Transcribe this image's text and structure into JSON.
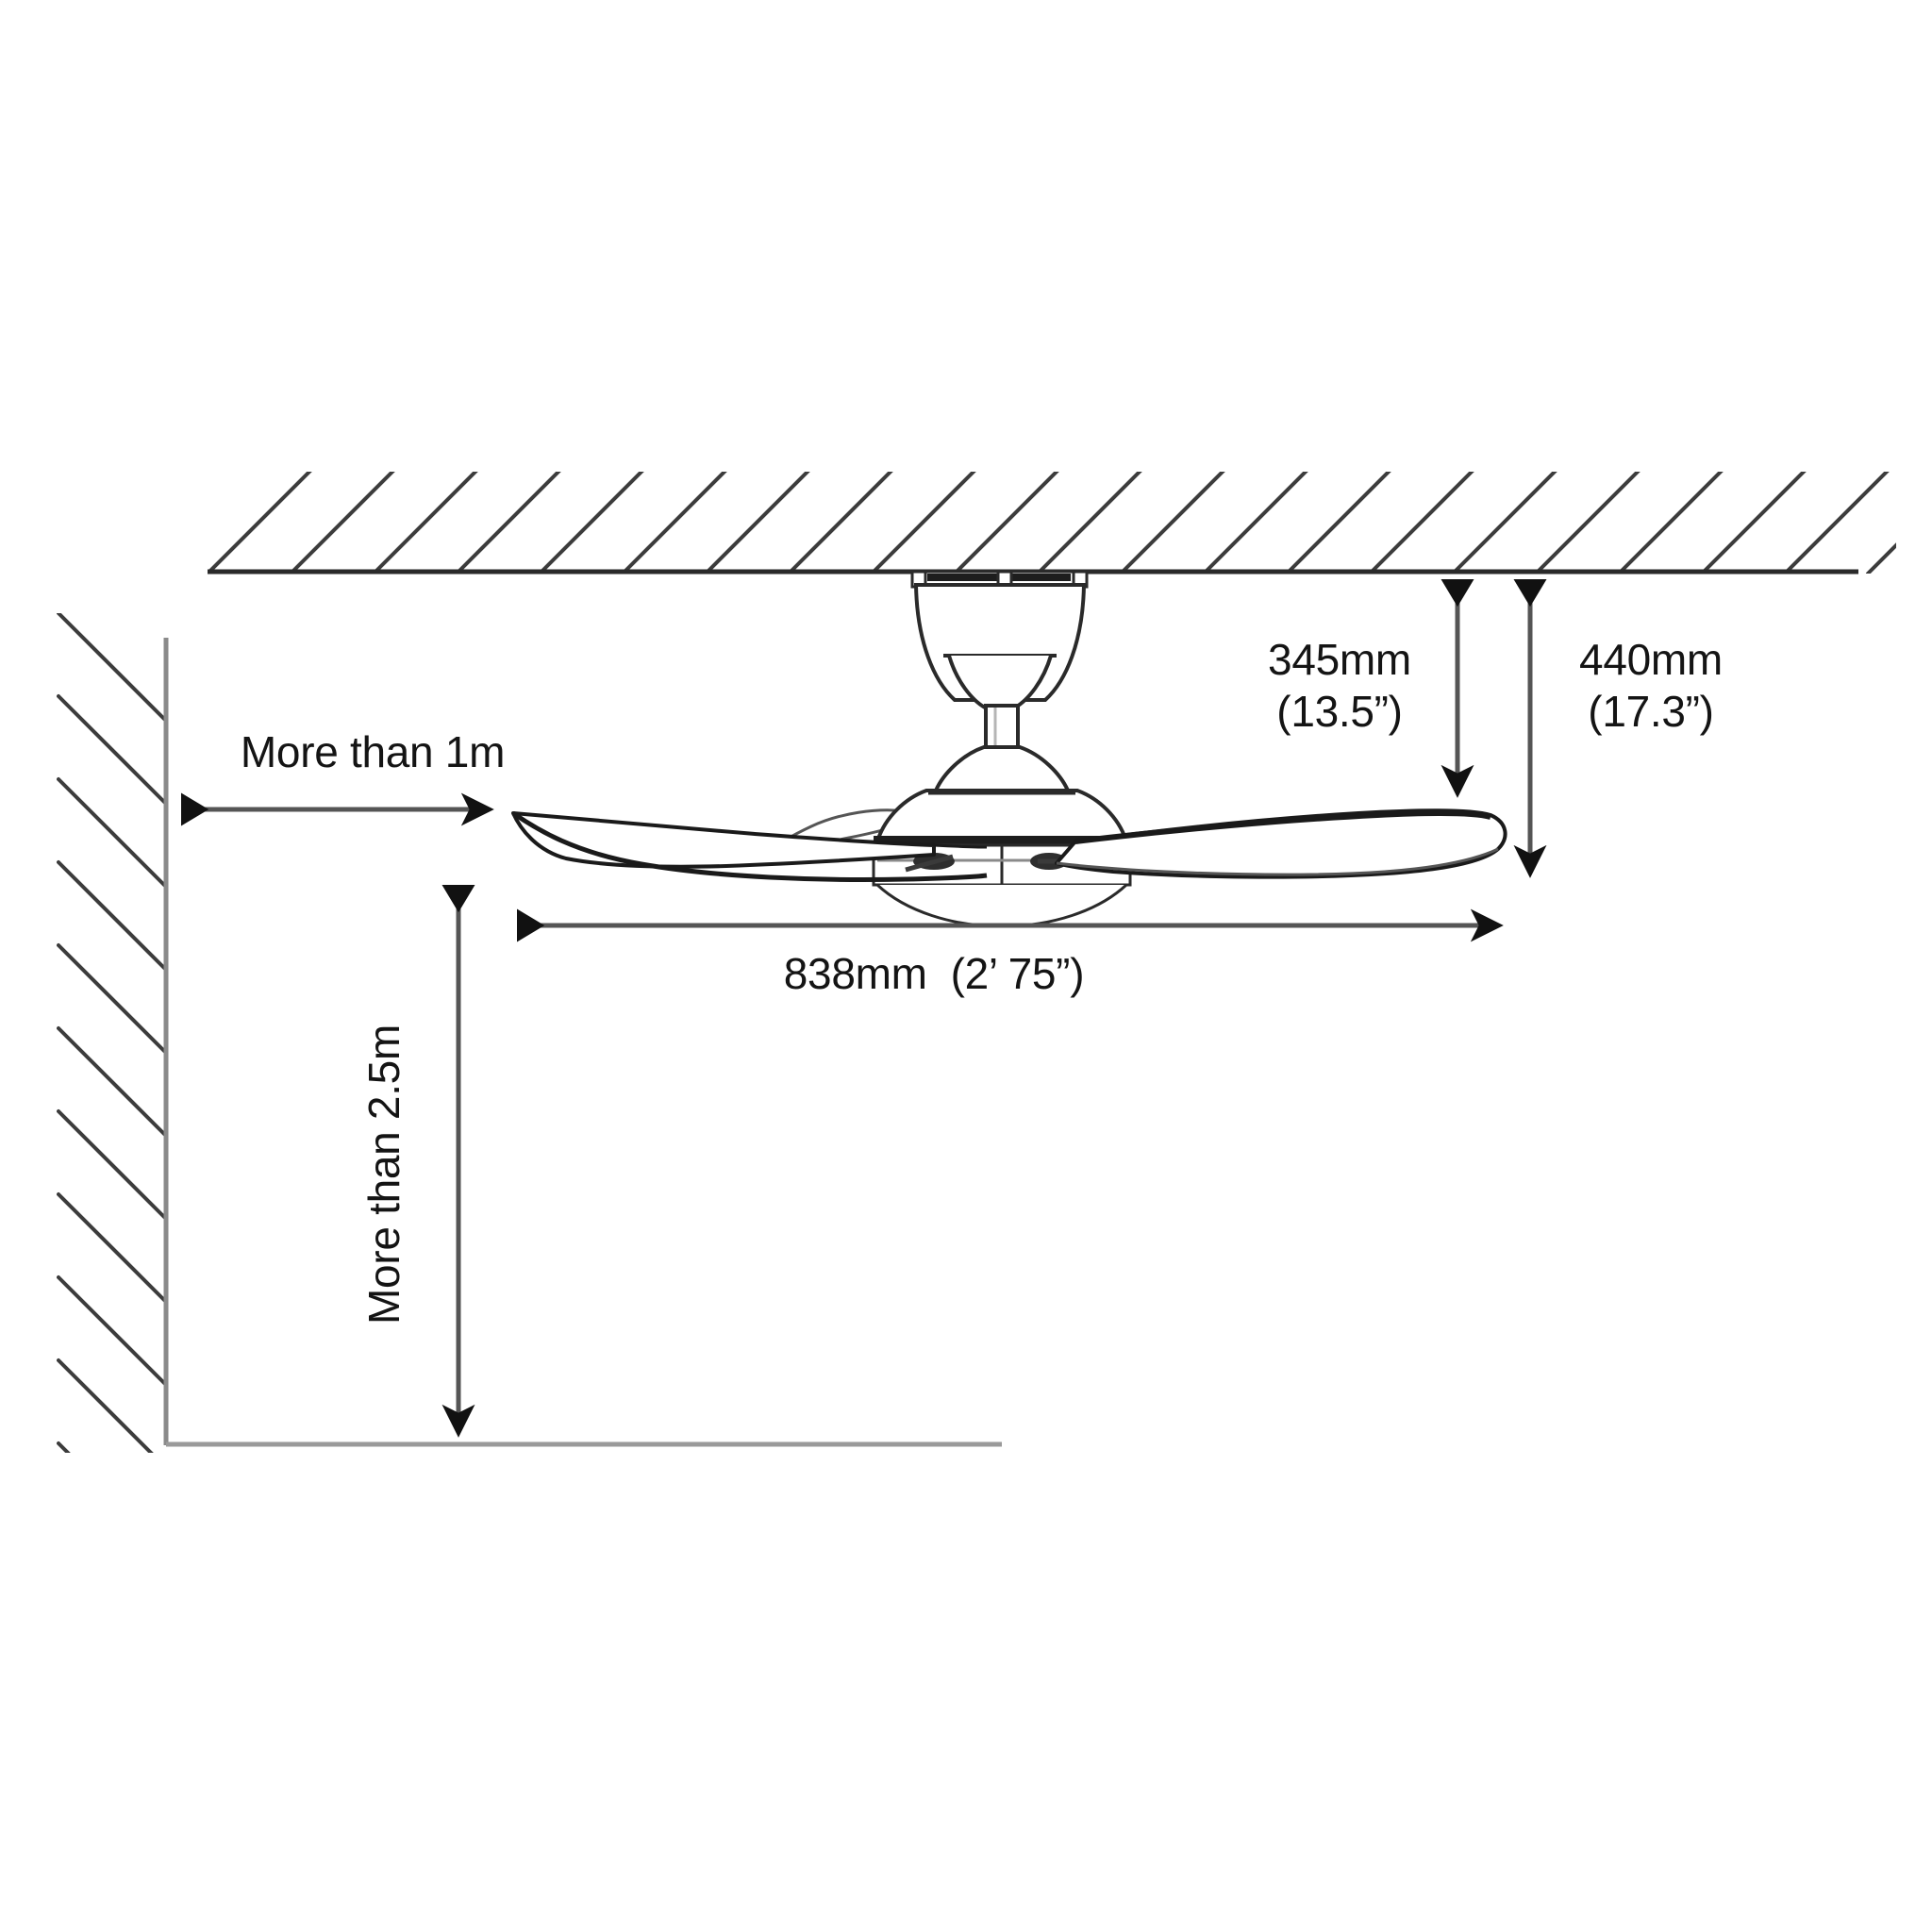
{
  "diagram": {
    "title": "Ceiling Fan Installation Clearance Diagram",
    "subject": "ceiling-fan",
    "line_color": "#1a1a1a",
    "hatch_color": "#3a3a3a",
    "background": "#ffffff"
  },
  "dimensions": {
    "wall_clearance": {
      "label": "More than 1m",
      "orientation": "horizontal",
      "arrow": "double"
    },
    "floor_clearance": {
      "label": "More than 2.5m",
      "orientation": "vertical-rotated",
      "arrow": "double"
    },
    "ceiling_to_blade_top": {
      "value": "345mm",
      "imperial": "(13.5”)",
      "label": "345mm\n(13.5”)",
      "orientation": "vertical",
      "arrow": "double"
    },
    "ceiling_to_blade_bottom": {
      "value": "440mm",
      "imperial": "(17.3”)",
      "label": "440mm\n(17.3”)",
      "orientation": "vertical",
      "arrow": "double"
    },
    "blade_span": {
      "value": "838mm",
      "imperial": "(2’ 75”)",
      "label": "838mm  (2’ 75”)",
      "orientation": "horizontal",
      "arrow": "double"
    }
  },
  "structure": {
    "ceiling": "ceiling-surface-hatched",
    "wall": "wall-surface-hatched",
    "floor": "floor-line"
  },
  "fan_parts": {
    "mounting_plate": "ceiling-mounting-plate",
    "canopy": "canopy-cup",
    "downrod": "downrod",
    "coupling": "motor-coupling-cone",
    "motor_housing": "motor-housing-dome",
    "hub": "blade-hub",
    "blade_left": "fan-blade-left",
    "blade_right": "fan-blade-right",
    "blade_rear": "fan-blade-rear"
  }
}
